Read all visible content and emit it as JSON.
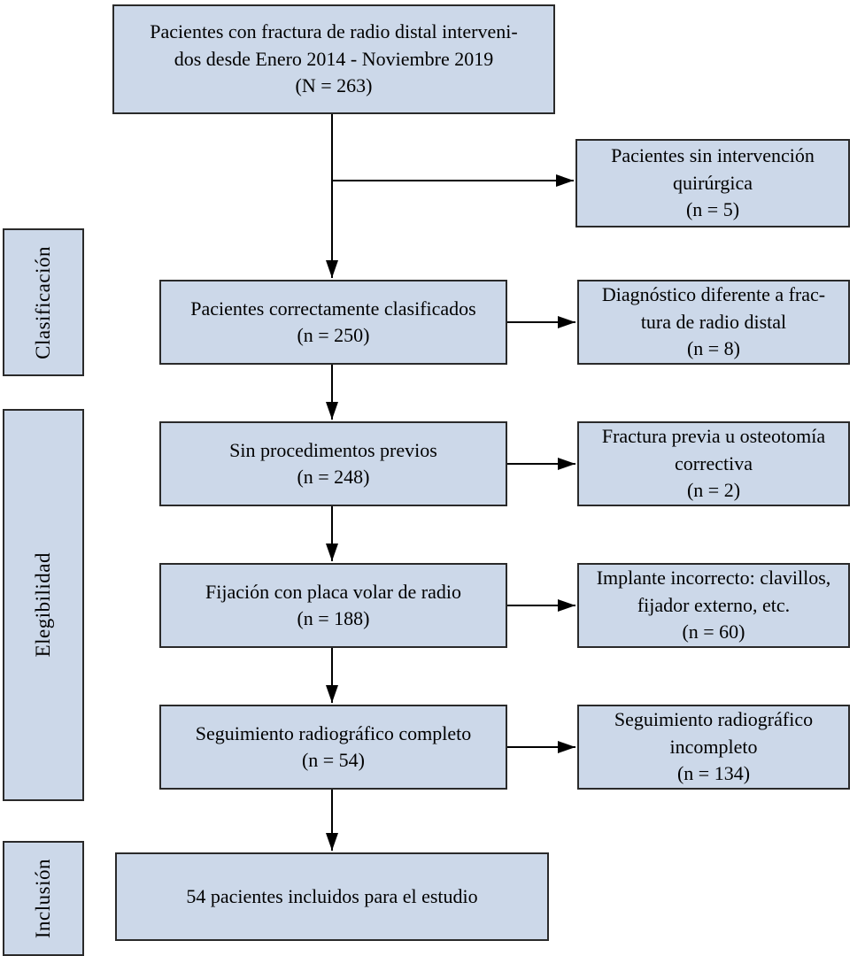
{
  "palette": {
    "box_fill": "#ccd8e9",
    "box_border": "#2a2a2a",
    "arrow_color": "#000000",
    "background": "#ffffff",
    "text_color": "#000000"
  },
  "sidebar": {
    "stages": [
      {
        "label": "Clasificación"
      },
      {
        "label": "Elegibilidad"
      },
      {
        "label": "Inclusión"
      }
    ]
  },
  "flow": {
    "top_box": {
      "text": "Pacientes con fractura de radio distal interveni-\ndos desde Enero 2014 - Noviembre 2019\n(N = 263)"
    },
    "main_boxes": [
      {
        "text": "Pacientes correctamente clasificados\n(n = 250)"
      },
      {
        "text": "Sin procedimentos previos\n(n = 248)"
      },
      {
        "text": "Fijación con placa volar de radio\n(n = 188)"
      },
      {
        "text": "Seguimiento radiográfico completo\n(n = 54)"
      }
    ],
    "exclusion_boxes": [
      {
        "text": "Pacientes sin intervención\nquirúrgica\n(n = 5)"
      },
      {
        "text": "Diagnóstico diferente a frac-\ntura de radio distal\n(n = 8)"
      },
      {
        "text": "Fractura previa u osteotomía\ncorrectiva\n(n = 2)"
      },
      {
        "text": "Implante incorrecto: clavillos,\nfijador externo, etc.\n(n = 60)"
      },
      {
        "text": "Seguimiento radiográfico\nincompleto\n(n = 134)"
      }
    ],
    "final_box": {
      "text": "54 pacientes incluidos para el estudio"
    }
  }
}
